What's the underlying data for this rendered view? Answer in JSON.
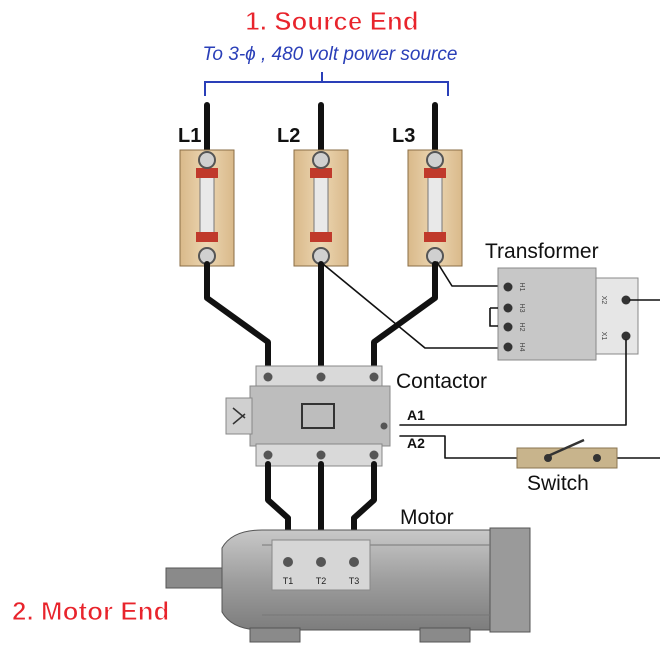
{
  "headings": {
    "source_end": "1. Source End",
    "motor_end": "2. Motor End"
  },
  "source_caption": "To 3-ϕ , 480 volt power source",
  "lines": [
    "L1",
    "L2",
    "L3"
  ],
  "transformer": {
    "label": "Transformer",
    "primary_terminals": [
      "H1",
      "H3",
      "H2",
      "H4"
    ],
    "secondary_terminals": [
      "X2",
      "X1"
    ]
  },
  "contactor": {
    "label": "Contactor",
    "coil_terminals": [
      "A1",
      "A2"
    ]
  },
  "switch_label": "Switch",
  "motor": {
    "label": "Motor",
    "terminals": [
      "T1",
      "T2",
      "T3"
    ]
  },
  "colors": {
    "heading": "#e8242c",
    "caption": "#2a3fb8",
    "fuse_block": "#e3c79c",
    "clip": "#c0392b",
    "device_gray": "#bfbfbf",
    "motor_gray": "#a9a9a9"
  }
}
